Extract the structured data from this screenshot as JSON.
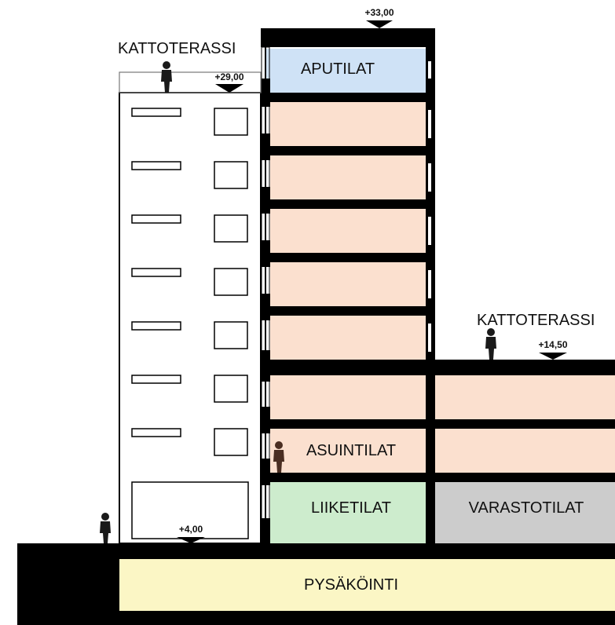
{
  "colors": {
    "structure": "#000000",
    "aputilat": "#cfe2f6",
    "asuintilat": "#fbe0cf",
    "liiketilat": "#cdeccd",
    "varastotilat": "#cccccc",
    "pysakointi": "#fbf6c5",
    "person_dark": "#1a1a1a",
    "person_brown": "#4a2e22"
  },
  "labels": {
    "roof_terrace_upper": "KATTOTERASSI",
    "roof_terrace_lower": "KATTOTERASSI",
    "aputilat": "APUTILAT",
    "asuintilat": "ASUINTILAT",
    "liiketilat": "LIIKETILAT",
    "varastotilat": "VARASTOTILAT",
    "pysakointi": "PYSÄKÖINTI"
  },
  "elevations": {
    "top": "+33,00",
    "upper_terrace": "+29,00",
    "lower_terrace": "+14,50",
    "ground": "+4,00"
  },
  "icons": {
    "level_marker": "triangle-down-icon",
    "person": "person-icon"
  }
}
